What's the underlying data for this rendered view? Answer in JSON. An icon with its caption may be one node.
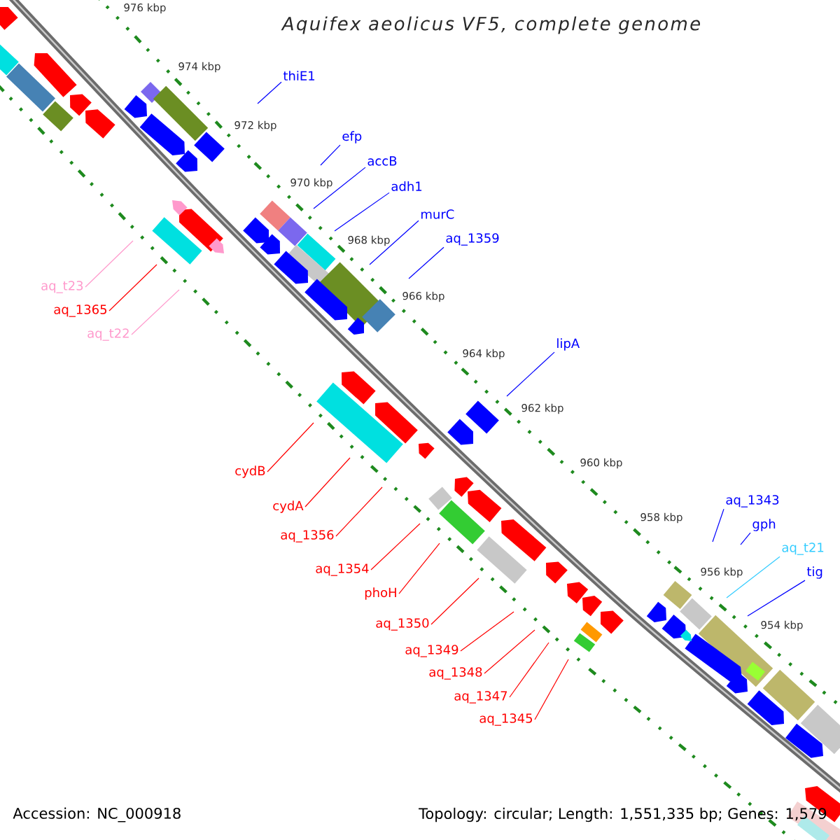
{
  "diagram": {
    "title": "Aquifex aeolicus VF5, complete genome",
    "nodes": [
      {
        "text": [
          "thiE1"
        ]
      },
      {
        "text": [
          "efp"
        ]
      },
      {
        "text": [
          "accB"
        ]
      },
      {
        "text": [
          "adh1"
        ]
      },
      {
        "text": [
          "murC"
        ]
      },
      {
        "text": [
          "aq_1359"
        ]
      },
      {
        "text": [
          "aq_t23"
        ]
      },
      {
        "text": [
          "aq_1365"
        ]
      },
      {
        "text": [
          "aq_t22"
        ]
      },
      {
        "text": [
          "lipA"
        ]
      },
      {
        "text": [
          "cydB"
        ]
      },
      {
        "text": [
          "aq_1343"
        ]
      },
      {
        "text": [
          "cydA"
        ]
      },
      {
        "text": [
          "gph"
        ]
      },
      {
        "text": [
          "aq_1356"
        ]
      },
      {
        "text": [
          "aq_t21"
        ]
      },
      {
        "text": [
          "aq_1354"
        ]
      },
      {
        "text": [
          "tig"
        ]
      },
      {
        "text": [
          "phoH"
        ]
      },
      {
        "text": [
          "aq_1350"
        ]
      },
      {
        "text": [
          "aq_1349"
        ]
      },
      {
        "text": [
          "aq_1348"
        ]
      },
      {
        "text": [
          "aq_1347"
        ]
      },
      {
        "text": [
          "aq_1345"
        ]
      }
    ],
    "edges": [
      {
        "from": 0,
        "to": null,
        "arrow": "none",
        "color": "#0000ff"
      },
      {
        "from": 1,
        "to": null,
        "arrow": "none",
        "color": "#0000ff"
      },
      {
        "from": 2,
        "to": null,
        "arrow": "none",
        "color": "#0000ff"
      },
      {
        "from": 3,
        "to": null,
        "arrow": "none",
        "color": "#0000ff"
      },
      {
        "from": 4,
        "to": null,
        "arrow": "none",
        "color": "#0000ff"
      },
      {
        "from": 5,
        "to": null,
        "arrow": "none",
        "color": "#0000ff"
      },
      {
        "from": 6,
        "to": null,
        "arrow": "none",
        "color": "#ff99cc"
      },
      {
        "from": 7,
        "to": null,
        "arrow": "none"
      },
      {
        "from": 8,
        "to": null,
        "arrow": "none",
        "color": "#ff99cc"
      },
      {
        "from": 9,
        "to": null,
        "arrow": "none",
        "color": "#0000ff"
      },
      {
        "from": 10,
        "to": null,
        "arrow": "none"
      },
      {
        "from": 11,
        "to": null,
        "arrow": "none",
        "color": "#0000ff"
      },
      {
        "from": 12,
        "to": null,
        "arrow": "none"
      },
      {
        "from": 13,
        "to": null,
        "arrow": "none",
        "color": "#0000ff"
      },
      {
        "from": 14,
        "to": null,
        "arrow": "none"
      },
      {
        "from": 15,
        "to": null,
        "arrow": "none",
        "color": "#33ccff"
      },
      {
        "from": 16,
        "to": null,
        "arrow": "none"
      },
      {
        "from": 17,
        "to": null,
        "arrow": "none",
        "color": "#0000ff"
      },
      {
        "from": 18,
        "to": null,
        "arrow": "none"
      },
      {
        "from": 19,
        "to": null,
        "arrow": "none"
      },
      {
        "from": 20,
        "to": null,
        "arrow": "none"
      },
      {
        "from": 21,
        "to": null,
        "arrow": "none"
      },
      {
        "from": 22,
        "to": null,
        "arrow": "none"
      },
      {
        "from": 23,
        "to": null,
        "arrow": "none"
      }
    ],
    "labels": [
      "976 kbp",
      "974 kbp",
      "972 kbp",
      "970 kbp",
      "968 kbp",
      "966 kbp",
      "964 kbp",
      "962 kbp",
      "960 kbp",
      "958 kbp",
      "956 kbp",
      "954 kbp",
      "Accession: NC_000918",
      "Topology: circular; Length: 1,551,335 bp; Genes: 1,579"
    ]
  }
}
